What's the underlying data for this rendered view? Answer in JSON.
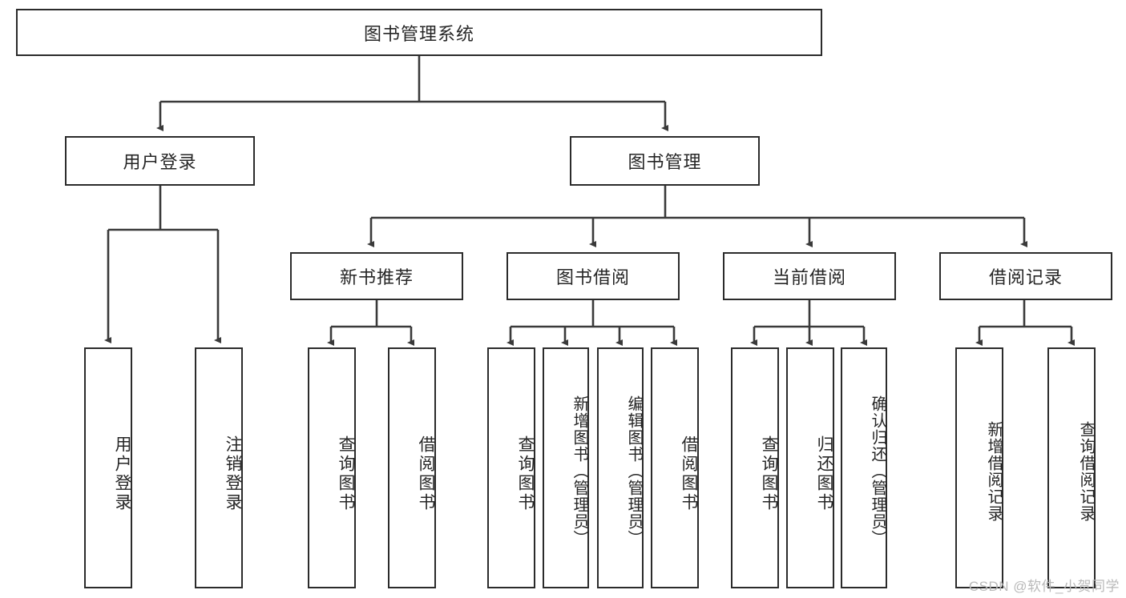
{
  "diagram": {
    "type": "tree",
    "title": "图书管理系统",
    "watermark": "CSDN @软件_小贺同学",
    "colors": {
      "box_border": "#2b2b2b",
      "box_fill": "#ffffff",
      "edge": "#3a3a3a",
      "text": "#262626",
      "watermark": "#b9b9b9"
    },
    "levels": {
      "root": {
        "label": "图书管理系统"
      },
      "level2": [
        {
          "label": "用户登录"
        },
        {
          "label": "图书管理"
        }
      ],
      "level3": [
        {
          "label": "新书推荐"
        },
        {
          "label": "图书借阅"
        },
        {
          "label": "当前借阅"
        },
        {
          "label": "借阅记录"
        }
      ],
      "leaves": {
        "user_login": [
          {
            "label": "用户登录"
          },
          {
            "label": "注销登录"
          }
        ],
        "new_book": [
          {
            "label": "查询图书"
          },
          {
            "label": "借阅图书"
          }
        ],
        "book_borrow": [
          {
            "label": "查询图书"
          },
          {
            "label": "新增图书（管理员）"
          },
          {
            "label": "编辑图书（管理员）"
          },
          {
            "label": "借阅图书"
          }
        ],
        "current_borrow": [
          {
            "label": "查询图书"
          },
          {
            "label": "归还图书"
          },
          {
            "label": "确认归还（管理员）"
          }
        ],
        "borrow_record": [
          {
            "label": "新增借阅记录"
          },
          {
            "label": "查询借阅记录"
          }
        ]
      }
    }
  }
}
